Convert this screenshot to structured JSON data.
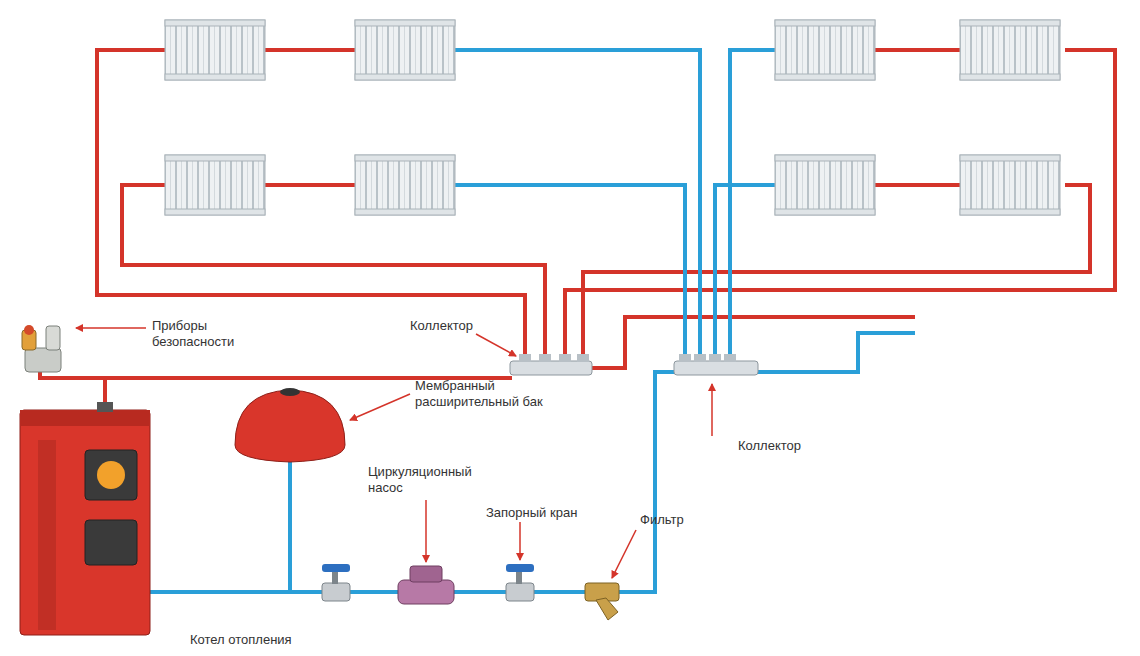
{
  "diagram": {
    "labels": [
      "Приборы безопасности",
      "Коллектор",
      "Мембранный расширительный бак",
      "Коллектор",
      "Циркуляционный насос",
      "Запорный кран",
      "Фильтр",
      "Котел отопления"
    ]
  }
}
